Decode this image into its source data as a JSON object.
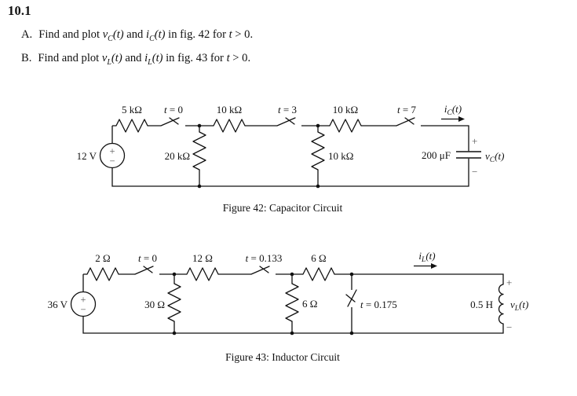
{
  "header": {
    "section": "10.1"
  },
  "problems": [
    {
      "label": "A.",
      "t1": "Find and plot ",
      "v1": "v",
      "s1": "C",
      "a1": "(t)",
      "t2": " and ",
      "v2": "i",
      "s2": "C",
      "a2": "(t)",
      "t3": " in fig. 42 for ",
      "v3": "t",
      "t4": " > 0."
    },
    {
      "label": "B.",
      "t1": "Find and plot ",
      "v1": "v",
      "s1": "L",
      "a1": "(t)",
      "t2": " and ",
      "v2": "i",
      "s2": "L",
      "a2": "(t)",
      "t3": " in fig. 43 for ",
      "v3": "t",
      "t4": " > 0."
    }
  ],
  "fig42": {
    "caption": "Figure 42: Capacitor Circuit",
    "source_label": "12 V",
    "source_plus": "+",
    "source_minus": "−",
    "r_series1": "5 kΩ",
    "r_series2": "10 kΩ",
    "r_series3": "10 kΩ",
    "r_shunt1": "20 kΩ",
    "r_shunt2": "10 kΩ",
    "sw1_var": "t",
    "sw1_rest": " = 0",
    "sw2_var": "t",
    "sw2_rest": " = 3",
    "sw3_var": "t",
    "sw3_rest": " = 7",
    "cap_label": "200 μF",
    "i_base": "i",
    "i_sub": "C",
    "i_args": "(t)",
    "v_base": "v",
    "v_sub": "C",
    "v_args": "(t)",
    "plus": "+",
    "minus": "−"
  },
  "fig43": {
    "caption": "Figure 43: Inductor Circuit",
    "source_label": "36 V",
    "source_plus": "+",
    "source_minus": "−",
    "r_series1": "2 Ω",
    "r_series2": "12 Ω",
    "r_series3": "6 Ω",
    "r_shunt1": "30 Ω",
    "r_shunt2": "6 Ω",
    "sw1_var": "t",
    "sw1_rest": " = 0",
    "sw2_var": "t",
    "sw2_rest": " = 0.133",
    "sw3_var": "t",
    "sw3_rest": " = 0.175",
    "ind_label": "0.5 H",
    "i_base": "i",
    "i_sub": "L",
    "i_args": "(t)",
    "v_base": "v",
    "v_sub": "L",
    "v_args": "(t)",
    "plus": "+",
    "minus": "−"
  }
}
